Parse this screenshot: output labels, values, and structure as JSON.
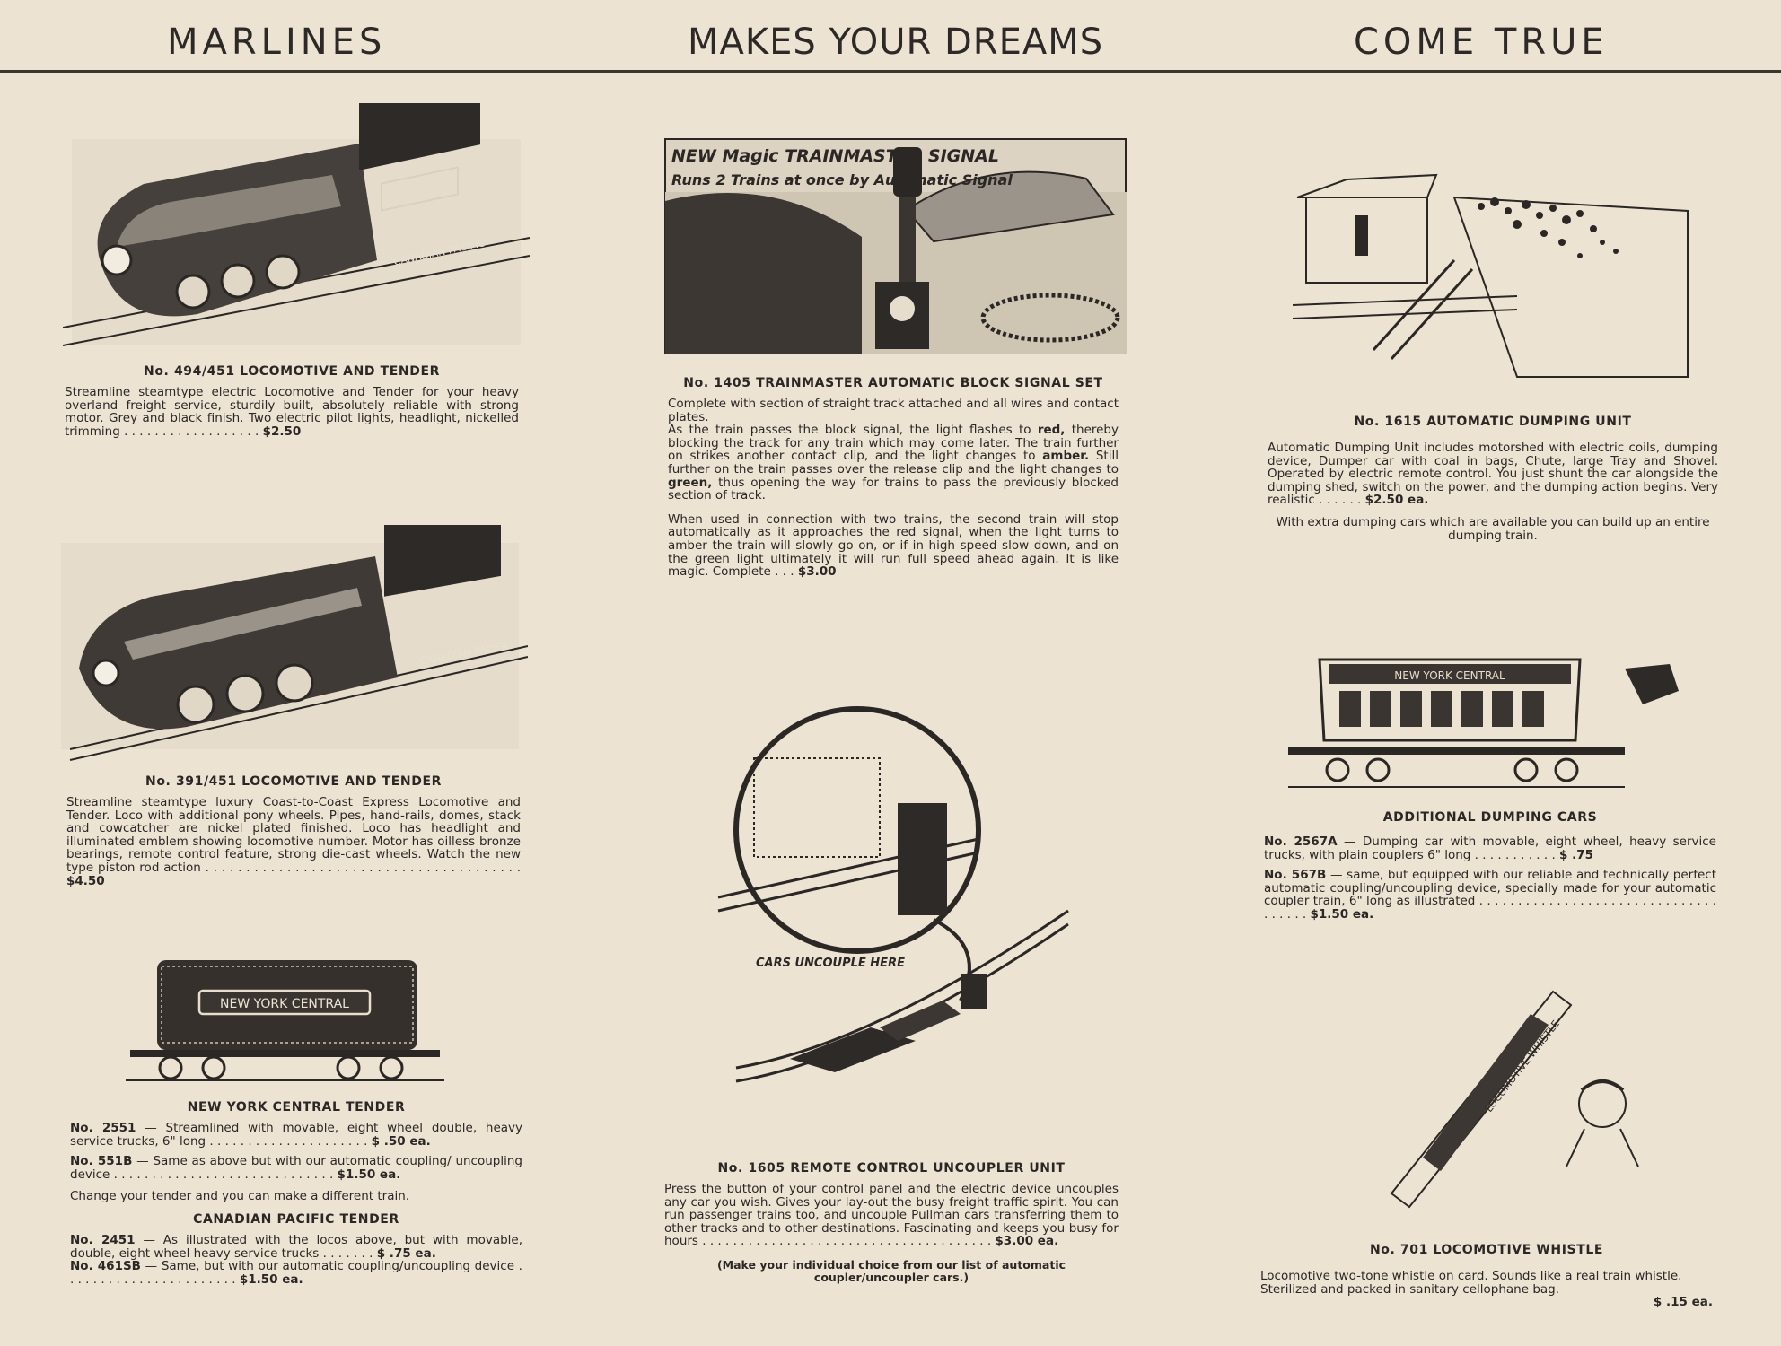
{
  "header": {
    "left": "MARLINES",
    "center": "MAKES YOUR DREAMS",
    "right": "COME TRUE"
  },
  "left_column": {
    "loco_494": {
      "image_label": "CANADIAN PACIFIC",
      "title": "No. 494/451 LOCOMOTIVE AND TENDER",
      "text": "Streamline steamtype electric Locomotive and Tender for your heavy overland freight service, sturdily built, absolutely reliable with strong motor. Grey and black finish. Two electric pilot lights, headlight, nickelled trimming",
      "price": "$2.50"
    },
    "loco_391": {
      "image_label": "CANADIAN PACIFIC",
      "title": "No. 391/451 LOCOMOTIVE AND TENDER",
      "text": "Streamline steamtype luxury Coast-to-Coast Express Locomotive and Tender. Loco with additional pony wheels. Pipes, hand-rails, domes, stack and cowcatcher are nickel plated finished. Loco has headlight and illuminated emblem showing locomotive number. Motor has oilless bronze bearings, remote control feature, strong die-cast wheels. Watch the new type piston rod action",
      "price": "$4.50"
    },
    "nyc_tender": {
      "image_label": "NEW YORK CENTRAL",
      "title": "NEW YORK CENTRAL TENDER",
      "item1_no": "No. 2551",
      "item1_text": "— Streamlined with movable, eight wheel double, heavy service trucks, 6\" long",
      "item1_price": "$ .50 ea.",
      "item2_no": "No. 551B",
      "item2_text": "— Same as above but with our automatic coupling/ uncoupling device",
      "item2_price": "$1.50 ea.",
      "change_text": "Change your tender and you can make a different train."
    },
    "cp_tender": {
      "title": "CANADIAN PACIFIC TENDER",
      "item1_no": "No. 2451",
      "item1_text": "— As illustrated with the locos above, but with movable, double, eight wheel heavy service trucks",
      "item1_price": "$ .75 ea.",
      "item2_no": "No. 461SB",
      "item2_text": "— Same, but with our automatic coupling/uncoupling device",
      "item2_price": "$1.50 ea."
    }
  },
  "center_column": {
    "signal": {
      "banner_line1": "NEW Magic TRAINMASTER SIGNAL",
      "banner_line2": "Runs 2 Trains at once by Automatic Signal",
      "title": "No. 1405 TRAINMASTER AUTOMATIC BLOCK SIGNAL SET",
      "para1a": "Complete with section of straight track attached and all wires and contact plates.",
      "para1b_pre": "As the train passes the block signal, the light flashes to",
      "para1b_red": "red,",
      "para1b_mid": "thereby blocking the track for any train which may come later. The train further on strikes another contact clip, and the light changes to",
      "para1b_amber": "amber.",
      "para1b_mid2": "Still further on the train passes over the release clip and the light changes to",
      "para1b_green": "green,",
      "para1b_end": "thus opening the way for trains to pass the previously blocked section of track.",
      "para2": "When used in connection with two trains, the second train will stop automatically as it approaches the red signal, when the light turns to amber the train will slowly go on, or if in high speed slow down, and on the green light ultimately it will run full speed ahead again. It is like magic. Complete",
      "price": "$3.00"
    },
    "uncoupler": {
      "image_caption": "CARS UNCOUPLE HERE",
      "title": "No. 1605 REMOTE CONTROL UNCOUPLER UNIT",
      "text": "Press the button of your control panel and the electric device uncouples any car you wish. Gives your lay-out the busy freight traffic spirit. You can run passenger trains too, and uncouple Pullman cars transferring them to other tracks and to other destinations. Fascinating and keeps you busy for hours",
      "price": "$3.00 ea.",
      "note": "(Make your individual choice from our list of automatic coupler/uncoupler cars.)"
    }
  },
  "right_column": {
    "dumping_unit": {
      "title": "No. 1615 AUTOMATIC DUMPING UNIT",
      "text": "Automatic Dumping Unit includes motorshed with electric coils, dumping device, Dumper car with coal in bags, Chute, large Tray and Shovel. Operated by electric remote control. You just shunt the car alongside the dumping shed, switch on the power, and the dumping action begins. Very realistic",
      "price": "$2.50 ea.",
      "extra": "With extra dumping cars which are available you can build up an entire dumping train."
    },
    "dumping_cars": {
      "image_label": "NEW YORK CENTRAL",
      "title": "ADDITIONAL DUMPING CARS",
      "item1_no": "No. 2567A",
      "item1_text": "— Dumping car with movable, eight wheel, heavy service trucks, with plain couplers 6\" long",
      "item1_price": "$ .75",
      "item2_no": "No. 567B",
      "item2_text": "— same, but equipped with our reliable and technically perfect automatic coupling/uncoupling device, specially made for your automatic coupler train, 6\" long as illustrated",
      "item2_price": "$1.50 ea."
    },
    "whistle": {
      "image_label": "LOCOMOTIVE WHISTLE",
      "title": "No. 701 LOCOMOTIVE WHISTLE",
      "text": "Locomotive two-tone whistle on card. Sounds like a real train whistle. Sterilized and packed in sanitary cellophane bag.",
      "price": "$ .15 ea."
    }
  },
  "colors": {
    "paper": "#ece3d3",
    "ink": "#2b2724"
  }
}
